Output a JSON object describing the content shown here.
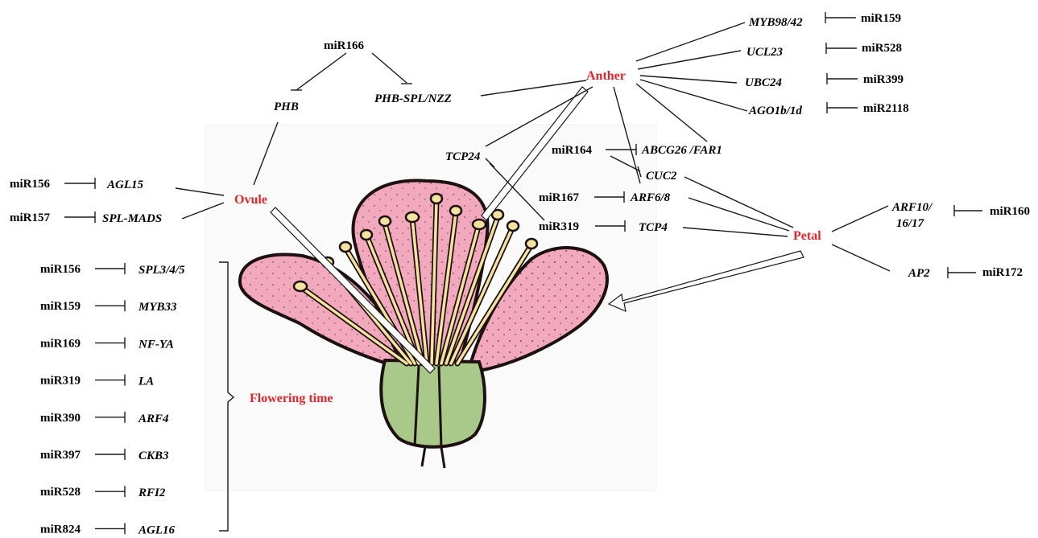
{
  "organs": {
    "anther": "Anther",
    "ovule": "Ovule",
    "petal": "Petal",
    "flowering_time": "Flowering time"
  },
  "top": {
    "mir166": "miR166",
    "phb": "PHB",
    "phb_spl_nzz": "PHB-SPL/NZZ"
  },
  "anther_targets": [
    {
      "gene": "MYB98/42",
      "mirna": "miR159"
    },
    {
      "gene": "UCL23",
      "mirna": "miR528"
    },
    {
      "gene": "UBC24",
      "mirna": "miR399"
    },
    {
      "gene": "AGO1b/1d",
      "mirna": "miR2118"
    }
  ],
  "middle": {
    "tcp24": "TCP24",
    "mir164": "miR164",
    "abcg26_far1": "ABCG26 /FAR1",
    "cuc2": "CUC2",
    "mir167": "miR167",
    "arf6_8": "ARF6/8",
    "mir319": "miR319",
    "tcp4": "TCP4"
  },
  "ovule_targets": [
    {
      "mirna": "miR156",
      "gene": "AGL15"
    },
    {
      "mirna": "miR157",
      "gene": "SPL-MADS"
    }
  ],
  "petal_targets": {
    "arf10_line1": "ARF10/",
    "arf10_line2": "16/17",
    "mir160": "miR160",
    "ap2": "AP2",
    "mir172": "miR172"
  },
  "flowering_list": [
    {
      "mirna": "miR156",
      "gene": "SPL3/4/5"
    },
    {
      "mirna": "miR159",
      "gene": "MYB33"
    },
    {
      "mirna": "miR169",
      "gene": "NF-YA"
    },
    {
      "mirna": "miR319",
      "gene": "LA"
    },
    {
      "mirna": "miR390",
      "gene": "ARF4"
    },
    {
      "mirna": "miR397",
      "gene": "CKB3"
    },
    {
      "mirna": "miR528",
      "gene": "RFI2"
    },
    {
      "mirna": "miR824",
      "gene": "AGL16"
    }
  ],
  "colors": {
    "organ_label": "#e0262a",
    "petal_fill": "#f2a9bd",
    "petal_dark": "#2b1a1a",
    "sepal_fill": "#a8c98a",
    "anther_fill": "#f4e3a0"
  }
}
